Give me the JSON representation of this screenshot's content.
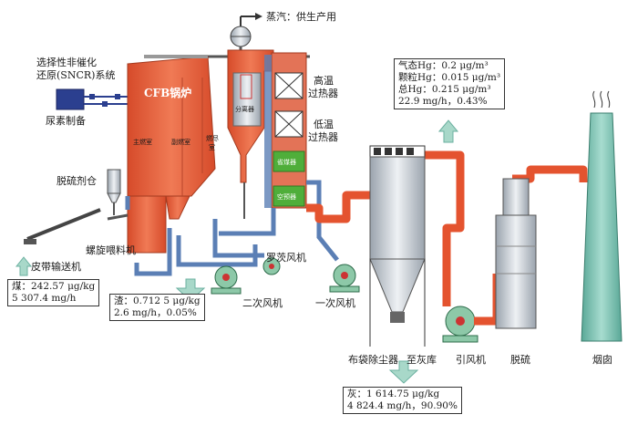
{
  "labels": {
    "steam": "蒸汽：供生产用",
    "sncr": "选择性非催化",
    "sncr2": "还原(SNCR)系统",
    "urea": "尿素制备",
    "cfb": "CFB锅炉",
    "main_chamber": "主燃室",
    "sub_chamber": "副燃室",
    "burnout": "燃尽",
    "burnout2": "室",
    "separator": "分离器",
    "ht_sh": "高温",
    "ht_sh2": "过热器",
    "lt_sh": "低温",
    "lt_sh2": "过热器",
    "economizer": "省煤器",
    "air_preheater": "空预器",
    "desulf_bin": "脱硫剂仓",
    "screw_feeder": "螺旋喂料机",
    "belt": "皮带输送机",
    "roots_fan": "罗茨风机",
    "secondary_fan": "二次风机",
    "primary_fan": "一次风机",
    "bag_filter": "布袋除尘器",
    "to_ash": "至灰库",
    "id_fan": "引风机",
    "desulf": "脱硫",
    "chimney": "烟囱"
  },
  "boxes": {
    "coal": [
      "煤：242.57 μg/kg",
      "5 307.4 mg/h"
    ],
    "slag": [
      "渣：0.712 5 μg/kg",
      "2.6 mg/h，0.05%"
    ],
    "ash": [
      "灰：1 614.75 μg/kg",
      "4 824.4 mg/h，90.90%"
    ],
    "flue": [
      "气态Hg：0.2 μg/m³",
      "颗粒Hg：0.015 μg/m³",
      "总Hg：0.215 μg/m³",
      "22.9 mg/h，0.43%"
    ]
  },
  "colors": {
    "boiler": "#e8603f",
    "duct_blue": "#5b7fb5",
    "pipe_red": "#e4532f",
    "arrow_green": "#a8d8c9",
    "green_block": "#4fae3a",
    "chimney": "#6fb7a6"
  }
}
